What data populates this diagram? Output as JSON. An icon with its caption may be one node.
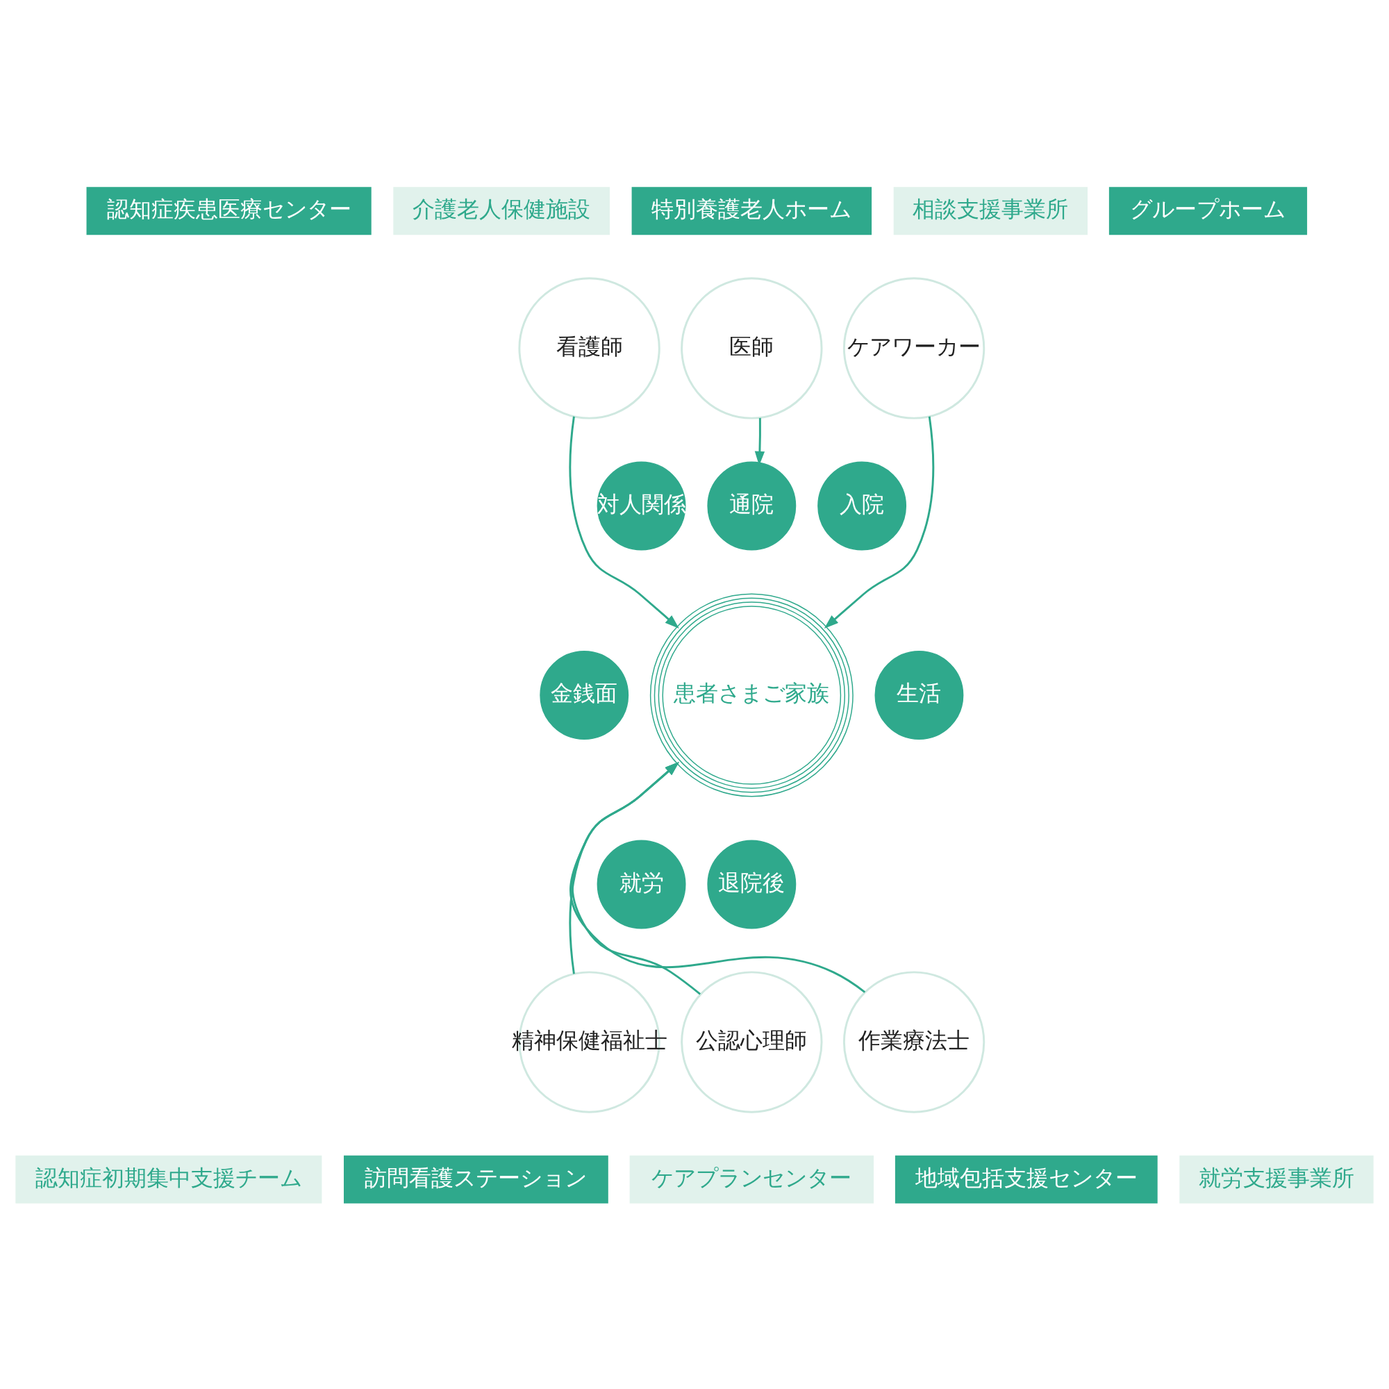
{
  "diagram": {
    "nodes": [
      {
        "text": [
          "認知症疾患医療センター"
        ]
      },
      {
        "text": [
          "介護老人保健施設"
        ]
      },
      {
        "text": [
          "特別養護老人ホーム"
        ]
      },
      {
        "text": [
          "相談支援事業所"
        ]
      },
      {
        "text": [
          "グループホーム"
        ]
      },
      {
        "text": [
          "就労支援事業所"
        ]
      },
      {
        "text": [
          "地域包括支援センター"
        ]
      },
      {
        "text": [
          "ケアプランセンター"
        ]
      },
      {
        "text": [
          "訪問看護ステーション"
        ]
      },
      {
        "text": [
          "認知症初期集中支援チーム"
        ]
      },
      {
        "text": [
          "患者さまご家族"
        ]
      },
      {
        "text": [
          "通院"
        ]
      },
      {
        "text": [
          "入院"
        ]
      },
      {
        "text": [
          "生活"
        ]
      },
      {
        "text": [
          "退院後"
        ]
      },
      {
        "text": [
          "就労"
        ]
      },
      {
        "text": [
          "金銭面"
        ]
      },
      {
        "text": [
          "対人関係"
        ]
      },
      {
        "text": [
          "医師"
        ]
      },
      {
        "text": [
          "ケアワーカー"
        ]
      },
      {
        "text": [
          "作業療法士"
        ]
      },
      {
        "text": [
          "公認心理師"
        ]
      },
      {
        "text": [
          "精神保健福祉士"
        ]
      },
      {
        "text": [
          "看護師"
        ]
      }
    ],
    "edges": [
      {
        "from": 18,
        "to": 11,
        "arrow": "to"
      },
      {
        "from": 19,
        "to": 10,
        "arrow": "to"
      },
      {
        "from": 20,
        "to": 10,
        "arrow": "to"
      },
      {
        "from": 21,
        "to": 10,
        "arrow": "to"
      },
      {
        "from": 22,
        "to": 10,
        "arrow": "to"
      },
      {
        "from": 23,
        "to": 10,
        "arrow": "to"
      }
    ]
  }
}
